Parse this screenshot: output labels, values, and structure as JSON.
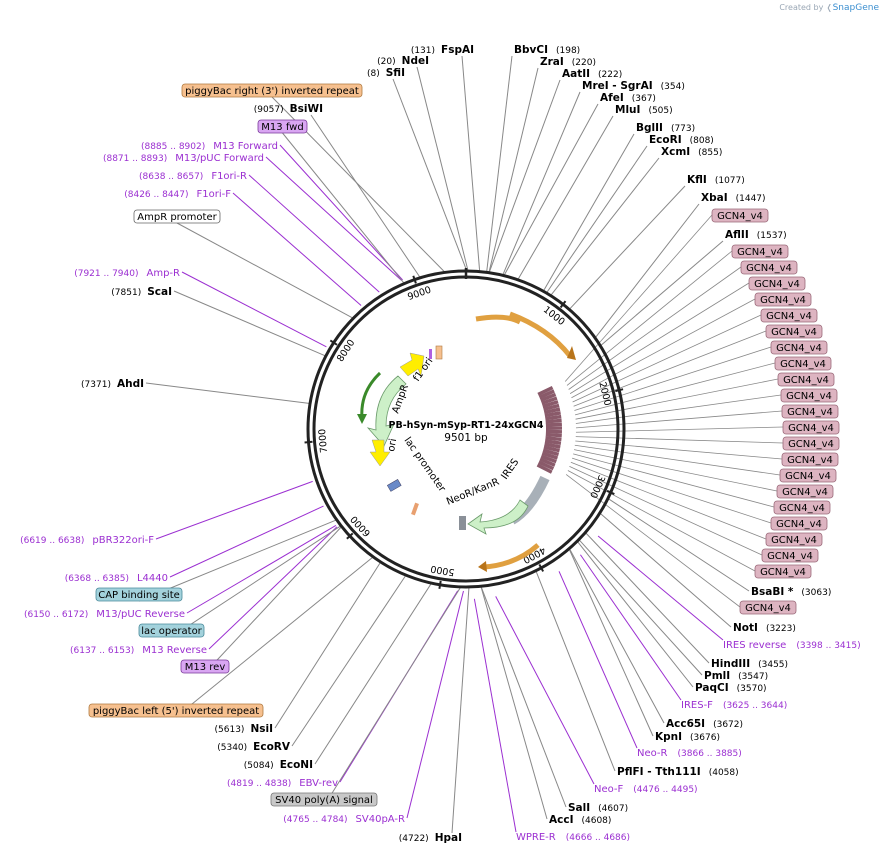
{
  "credit": {
    "prefix": "Created by",
    "brand": "SnapGene"
  },
  "plasmid": {
    "name": "PB-hSyn-mSyp-RT1-24xGCN4",
    "size": "9501 bp"
  },
  "colors": {
    "purple": "#9b2fd1",
    "orange_feature": "#f6c08f",
    "gcn4": "#ddb4c1",
    "blue_feature": "#a3d2dc",
    "gray_feature": "#c8c8c8",
    "magenta_feature": "#d9a6f2"
  },
  "ticks": [
    "1000",
    "2000",
    "3000",
    "4000",
    "5000",
    "6000",
    "7000",
    "8000",
    "9000"
  ],
  "sites_top": [
    {
      "name": "FspAI",
      "pos": "(131)"
    },
    {
      "name": "NdeI",
      "pos": "(20)"
    },
    {
      "name": "SfiI",
      "pos": "(8)"
    },
    {
      "name": "BsiWI",
      "pos": "(9057)"
    },
    {
      "name": "BbvCI",
      "pos": "(198)"
    },
    {
      "name": "ZraI",
      "pos": "(220)"
    },
    {
      "name": "AatII",
      "pos": "(222)"
    },
    {
      "name": "MreI  - SgrAI",
      "pos": "(354)"
    },
    {
      "name": "AfeI",
      "pos": "(367)"
    },
    {
      "name": "MluI",
      "pos": "(505)"
    },
    {
      "name": "BglII",
      "pos": "(773)"
    },
    {
      "name": "EcoRI",
      "pos": "(808)"
    },
    {
      "name": "XcmI",
      "pos": "(855)"
    },
    {
      "name": "KflI",
      "pos": "(1077)"
    },
    {
      "name": "XbaI",
      "pos": "(1447)"
    },
    {
      "name": "AflII",
      "pos": "(1537)"
    }
  ],
  "right_bottom_sites": [
    {
      "name": "BsaBI *",
      "pos": "(3063)"
    },
    {
      "name": "NotI",
      "pos": "(3223)"
    },
    {
      "name": "HindIII",
      "pos": "(3455)"
    },
    {
      "name": "PmlI",
      "pos": "(3547)"
    },
    {
      "name": "PaqCI",
      "pos": "(3570)"
    },
    {
      "name": "Acc65I",
      "pos": "(3672)"
    },
    {
      "name": "KpnI",
      "pos": "(3676)"
    },
    {
      "name": "PflFI  - Tth111I",
      "pos": "(4058)"
    },
    {
      "name": "SalI",
      "pos": "(4607)"
    },
    {
      "name": "AccI",
      "pos": "(4608)"
    },
    {
      "name": "HpaI",
      "pos": "(4722)"
    }
  ],
  "right_primers": [
    {
      "name": "IRES reverse",
      "pos": "(3398 .. 3415)"
    },
    {
      "name": "IRES-F",
      "pos": "(3625 .. 3644)"
    },
    {
      "name": "Neo-R",
      "pos": "(3866 .. 3885)"
    },
    {
      "name": "Neo-F",
      "pos": "(4476 .. 4495)"
    },
    {
      "name": "WPRE-R",
      "pos": "(4666 .. 4686)"
    }
  ],
  "left_sites": [
    {
      "name": "ScaI",
      "pos": "(7851)"
    },
    {
      "name": "AhdI",
      "pos": "(7371)"
    },
    {
      "name": "NsiI",
      "pos": "(5613)"
    },
    {
      "name": "EcoRV",
      "pos": "(5340)"
    },
    {
      "name": "EcoNI",
      "pos": "(5084)"
    }
  ],
  "left_primers": [
    {
      "name": "M13 Forward",
      "pos": "(8885 .. 8902)"
    },
    {
      "name": "M13/pUC Forward",
      "pos": "(8871 .. 8893)"
    },
    {
      "name": "F1ori-R",
      "pos": "(8638 .. 8657)"
    },
    {
      "name": "F1ori-F",
      "pos": "(8426 .. 8447)"
    },
    {
      "name": "Amp-R",
      "pos": "(7921 .. 7940)"
    },
    {
      "name": "pBR322ori-F",
      "pos": "(6619 .. 6638)"
    },
    {
      "name": "L4440",
      "pos": "(6368 .. 6385)"
    },
    {
      "name": "M13/pUC Reverse",
      "pos": "(6150 .. 6172)"
    },
    {
      "name": "M13 Reverse",
      "pos": "(6137 .. 6153)"
    },
    {
      "name": "EBV-rev",
      "pos": "(4819 .. 4838)"
    },
    {
      "name": "SV40pA-R",
      "pos": "(4765 .. 4784)"
    }
  ],
  "boxes": {
    "piggybac_right": "piggyBac right (3') inverted repeat",
    "m13_fwd": "M13 fwd",
    "ampr_promoter": "AmpR promoter",
    "cap_site": "CAP binding site",
    "lac_operator": "lac operator",
    "m13_rev": "M13 rev",
    "piggybac_left": "piggyBac left (5') inverted repeat",
    "sv40": "SV40 poly(A) signal",
    "gcn4": "GCN4_v4"
  },
  "inner_features": {
    "f1ori": "f1 ori",
    "ampr": "AmpR",
    "ori": "ori",
    "lac_promoter": "lac promoter",
    "ires": "IRES",
    "neokanr": "NeoR/KanR"
  }
}
